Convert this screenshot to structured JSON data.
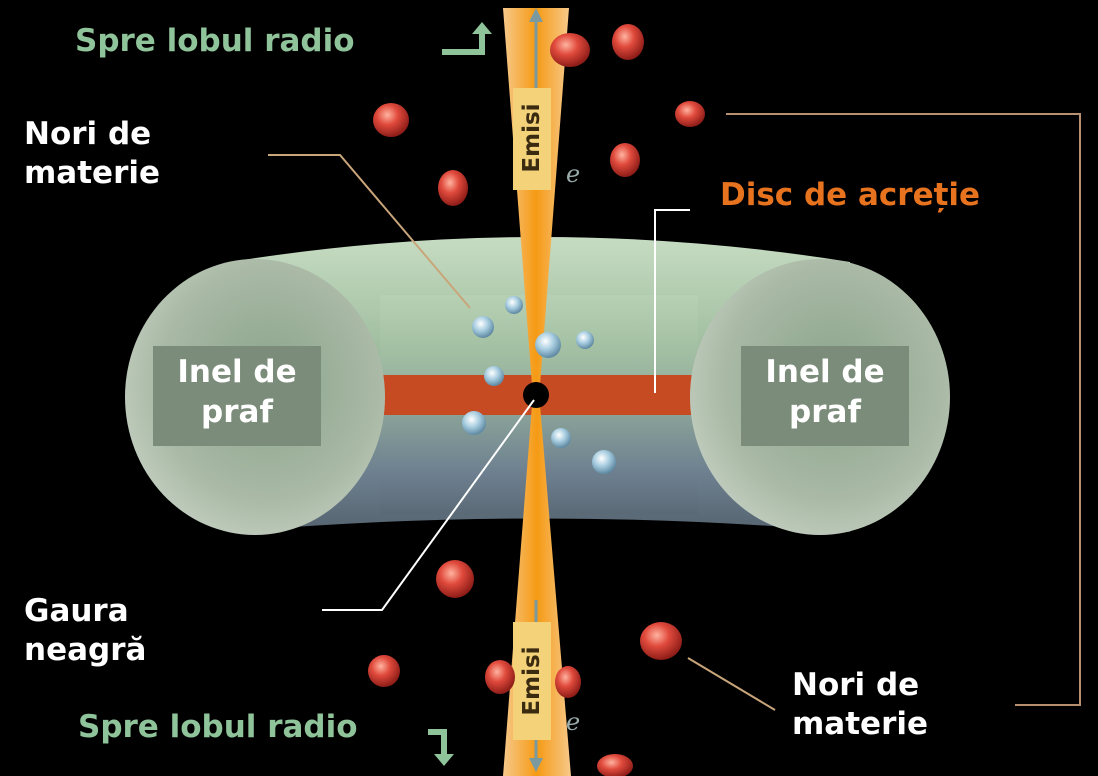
{
  "labels": {
    "radio_lobe_top": "Spre lobul radio",
    "radio_lobe_bottom": "Spre lobul radio",
    "clouds_top": "Nori de\nmaterie",
    "clouds_bottom": "Nori de\nmaterie",
    "accretion_disc": "Disc de acreție",
    "dust_ring_left": "Inel de\npraf",
    "dust_ring_right": "Inel de\npraf",
    "black_hole": "Gaura\nneagră",
    "emission_top": "Emisi",
    "emission_bottom": "Emisi",
    "e_top": "e",
    "e_bottom": "e"
  },
  "icons": {
    "arrow_up": "arrow-turn-up-icon",
    "arrow_down": "arrow-turn-down-icon"
  },
  "colors": {
    "background": "#000000",
    "label_green": "#8fc39a",
    "accretion_orange": "#e8731f",
    "jet": "#f39a1e",
    "cloud_red": "#d9443a",
    "disc_band": "#c64a22",
    "dust_ring": "#9aac98"
  }
}
